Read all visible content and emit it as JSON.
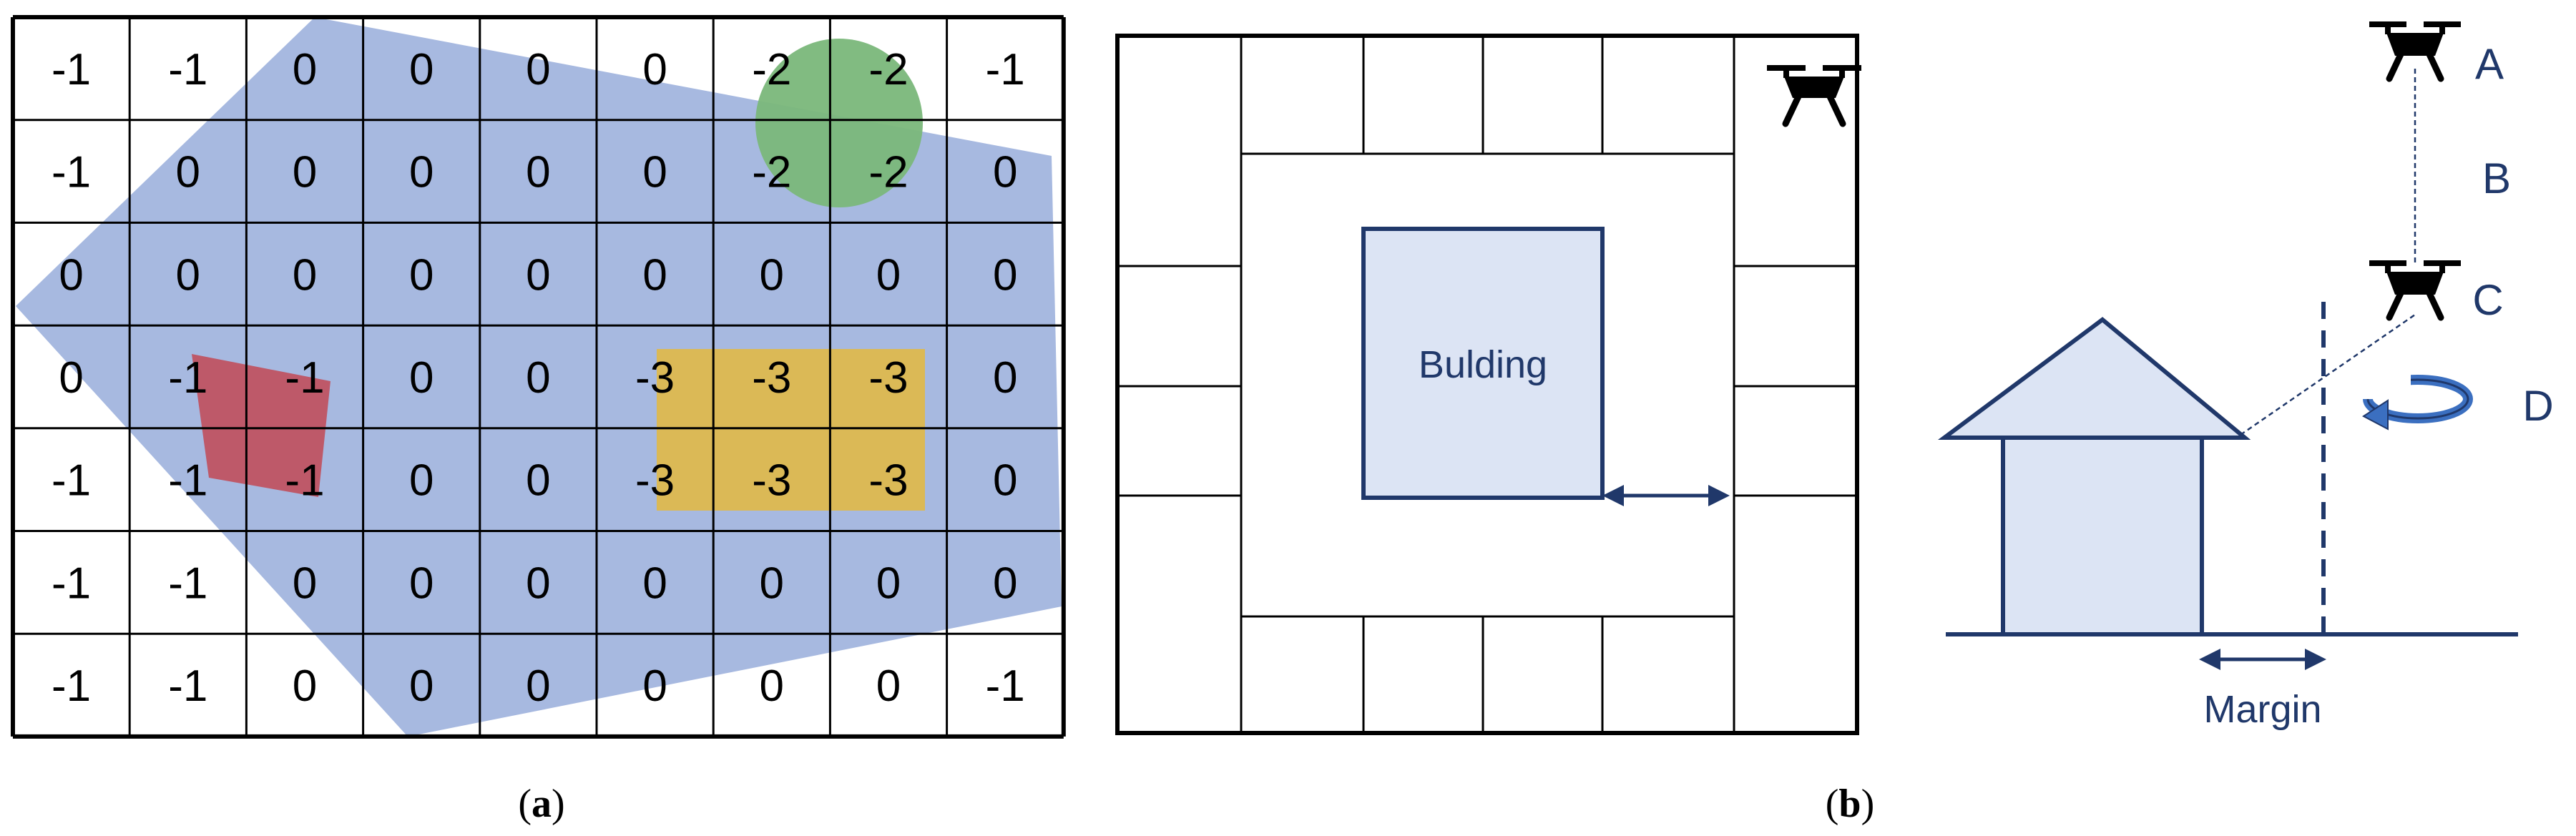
{
  "panel_a": {
    "caption_open": "(",
    "caption_letter": "a",
    "caption_close": ")",
    "grid": [
      [
        "-1",
        "-1",
        "0",
        "0",
        "0",
        "0",
        "-2",
        "-2",
        "-1"
      ],
      [
        "-1",
        "0",
        "0",
        "0",
        "0",
        "0",
        "-2",
        "-2",
        "0"
      ],
      [
        "0",
        "0",
        "0",
        "0",
        "0",
        "0",
        "0",
        "0",
        "0"
      ],
      [
        "0",
        "-1",
        "-1",
        "0",
        "0",
        "-3",
        "-3",
        "-3",
        "0"
      ],
      [
        "-1",
        "-1",
        "-1",
        "0",
        "0",
        "-3",
        "-3",
        "-3",
        "0"
      ],
      [
        "-1",
        "-1",
        "0",
        "0",
        "0",
        "0",
        "0",
        "0",
        "0"
      ],
      [
        "-1",
        "-1",
        "0",
        "0",
        "0",
        "0",
        "0",
        "0",
        "-1"
      ]
    ],
    "colors": {
      "coverage": "#a7b9e0",
      "circle": "#7ab77a",
      "polygon": "#c0505e",
      "rectangle": "#e0b84a"
    }
  },
  "panel_b": {
    "caption_open": "(",
    "caption_letter": "b",
    "caption_close": ")",
    "building_label": "Bulding",
    "colors": {
      "building_fill": "#dce4f4",
      "navy": "#20386a"
    }
  },
  "panel_c": {
    "label_a": "A",
    "label_b": "B",
    "label_c": "C",
    "label_d": "D",
    "margin_label": "Margin",
    "colors": {
      "house_fill": "#dce4f4",
      "navy": "#20386a",
      "rotate": "#3b6fc0"
    }
  }
}
